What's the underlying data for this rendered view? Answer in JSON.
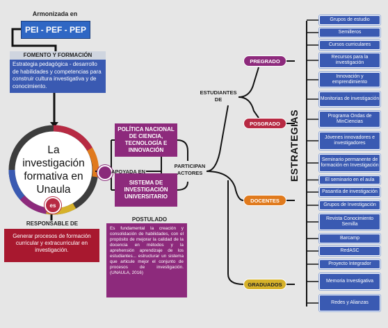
{
  "top": {
    "armonizada": "Armonizada en",
    "pei": "PEI - PEF - PEP"
  },
  "fomento": {
    "title": "FOMENTO Y FORMACIÓN",
    "text": "Estrategia pedagógica - desarrollo de habilidades y competencias para construir cultura investigativa y de conocimiento."
  },
  "center": {
    "title": "La investigación formativa en Unaula",
    "es": "es"
  },
  "responsable": {
    "title": "RESPONSABLE DE",
    "text": "Generar procesos de formación curricular y extracurricular en investigación."
  },
  "apoyada": "APOYADA EN",
  "politica": "POLÍTICA NACIONAL DE CIENCIA, TECNOLOGÍA E INNOVACIÓN",
  "sistema": "SISTEMA DE INVESTIGACIÓN UNIVERSITARIO",
  "postulado": {
    "title": "POSTULADO",
    "text": "Es fundamental la creación y consolidación de habilidades, con el propósito de mejorar la calidad de la docencia en métodos y la aprehensión aprendizaje de los estudiantes... estructurar un sistema que articule mejor el conjunto de procesos de investigación. (UNAULA, 2016)"
  },
  "participan": "PARTICIPAN ACTORES",
  "estudiantes": "ESTUDIANTES DE",
  "categories": {
    "pregrado": "PREGRADO",
    "posgrado": "POSGRADO",
    "docentes": "DOCENTES",
    "graduados": "GRADUADOS"
  },
  "estrategias": "ESTRATEGIAS",
  "strategies": [
    "Grupos de estudio",
    "Semilleros",
    "Cursos curriculares",
    "Recursos para la investigación",
    "Innovación y emprendimiento",
    "Monitorias de investigación",
    "Programa Ondas de MinCiencias",
    "Jóvenes innovadores e investigadores",
    "Seminario permanente de formación en Investigación",
    "El seminario en el aula",
    "Pasantía de investigación",
    "Grupos de Investigación",
    "Revista Conocimiento Semilla",
    "Barcamp",
    "RedASC",
    "Proyecto Integrador",
    "Memoria Investigativa",
    "Redes y Alianzas"
  ],
  "colors": {
    "blue": "#3a5ab2",
    "purple": "#8d2a7c",
    "crimson": "#b72a43",
    "orange": "#e07a1d",
    "gold": "#d6b12a"
  }
}
